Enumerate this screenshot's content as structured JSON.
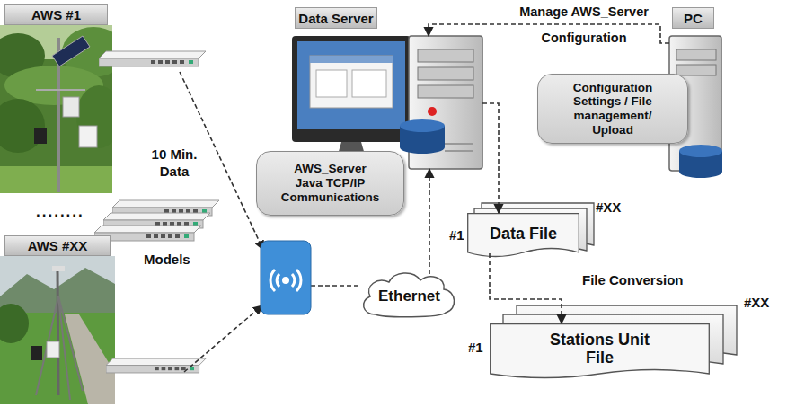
{
  "diagram": {
    "nodes": [
      {
        "text": [
          "AWS #1"
        ]
      },
      {
        "text": [
          "AWS #XX"
        ]
      },
      {
        "text": [
          "Data Server"
        ]
      },
      {
        "text": [
          "AWS_Server Java TCP/IP Communications"
        ]
      },
      {
        "text": [
          "PC"
        ]
      },
      {
        "text": [
          "Configuration Settings / File management/ Upload"
        ]
      },
      {
        "text": [
          "Ethernet"
        ]
      },
      {
        "text": [
          "Data File"
        ]
      },
      {
        "text": [
          "Stations Unit File"
        ]
      }
    ],
    "edges": [
      {
        "from": 6,
        "to": 2,
        "arrow": "to"
      },
      {
        "from": 2,
        "to": 7,
        "arrow": "to"
      },
      {
        "from": 7,
        "to": 8,
        "label": "File Conversion",
        "arrow": "to"
      },
      {
        "from": 4,
        "to": 2,
        "label": "Manage AWS_Server Configuration",
        "arrow": "to"
      }
    ],
    "labels": [
      "10 Min. Data",
      "........",
      "Models",
      "#1",
      "#XX",
      "#1",
      "#XX"
    ]
  }
}
